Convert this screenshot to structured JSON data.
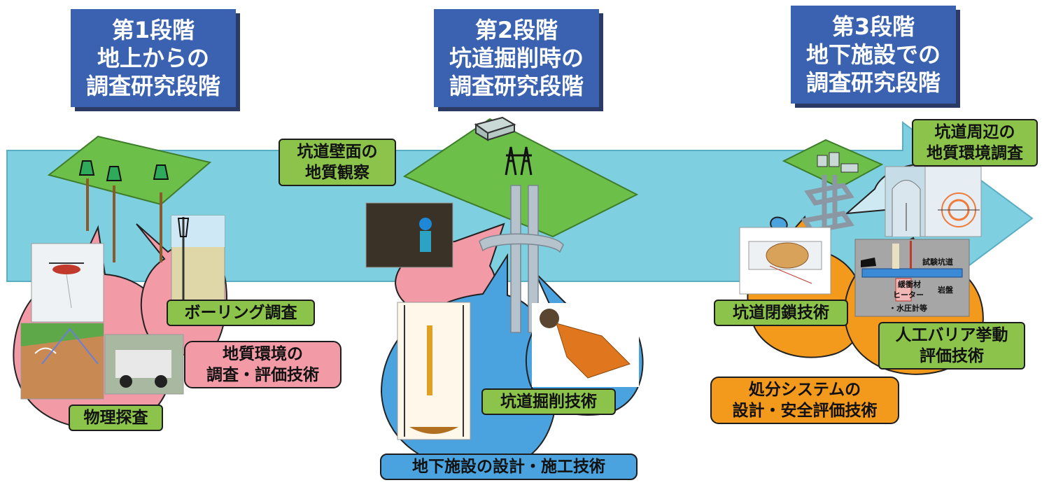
{
  "stages": [
    {
      "lines": [
        "第1段階",
        "地上からの",
        "調査研究段階"
      ]
    },
    {
      "lines": [
        "第2段階",
        "坑道掘削時の",
        "調査研究段階"
      ]
    },
    {
      "lines": [
        "第3段階",
        "地下施設での",
        "調査研究段階"
      ]
    }
  ],
  "labels": {
    "wall_observation": [
      "坑道壁面の",
      "地質観察"
    ],
    "surrounding_survey": [
      "坑道周辺の",
      "地質環境調査"
    ],
    "boring": "ボーリング調査",
    "geo_env": [
      "地質環境の",
      "調査・評価技術"
    ],
    "physical": "物理探査",
    "excavation": "坑道掘削技術",
    "design_construction": "地下施設の設計・施工技術",
    "closure": "坑道閉鎖技術",
    "barrier": [
      "人工バリア挙動",
      "評価技術"
    ],
    "disposal": [
      "処分システムの",
      "設計・安全評価技術"
    ]
  },
  "diagram_labels": {
    "test_tunnel": "試験坑道",
    "rock": "岩盤",
    "buffer": "緩衝材",
    "heater": "ヒーター",
    "piezometer": "・水圧計等"
  },
  "colors": {
    "band": "#7ecfe0",
    "stage_box": "#3a62b0",
    "green": "#8cc34a",
    "pink": "#f29aa6",
    "orange": "#f39a1c",
    "blue": "#4aa3df"
  }
}
